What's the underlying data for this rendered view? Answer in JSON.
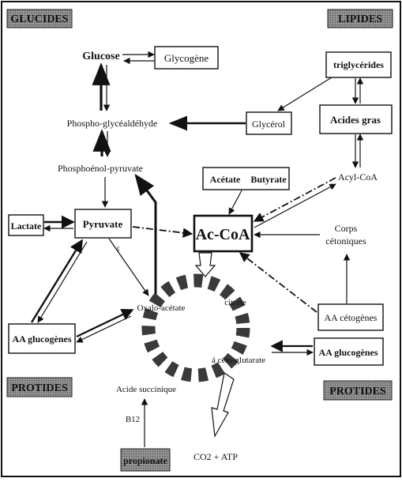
{
  "categories": {
    "glucides": "GLUCIDES",
    "lipides": "LIPIDES",
    "protides_left": "PROTIDES",
    "protides_right": "PROTIDES"
  },
  "nodes": {
    "glucose": "Glucose",
    "glycogene": "Glycogène",
    "triglycerides": "triglycérides",
    "phospho_glyceraldehyde": "Phospho-glycéaldéhyde",
    "glycerol": "Glycérol",
    "acides_gras": "Acides gras",
    "phosphoenol_pyruvate": "Phosphoénol-pyruvate",
    "acetate": "Acétate",
    "butyrate": "Butyrate",
    "acyl_coa": "Acyl-CoA",
    "lactate": "Lactate",
    "pyruvate": "Pyruvate",
    "ac_coa": "Ac-CoA",
    "corps_cetoniques_1": "Corps",
    "corps_cetoniques_2": "cétoniques",
    "oxalo_acetate": "Oxalo-acétate",
    "citrate": "citrate",
    "aa_glucogenes_left": "AA glucogènes",
    "aa_cetogenes": "AA cétogènes",
    "aa_glucogenes_right": "AA glucogènes",
    "alpha_ceto_glutarate": "á céto-glutarate",
    "acide_succinique": "Acide succinique",
    "b12": "B12",
    "propionate": "propionate",
    "co2_atp": "CO2 + ATP"
  }
}
